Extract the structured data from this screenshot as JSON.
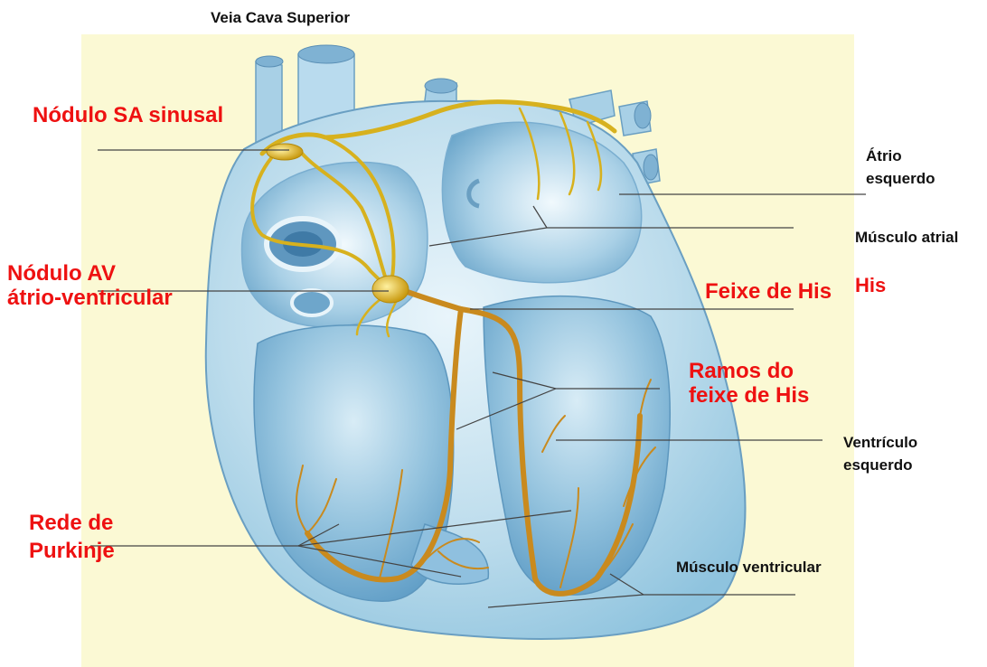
{
  "labels": {
    "veia_cava_superior": "Veia Cava Superior",
    "nodulo_sa": "Nódulo SA sinusal",
    "atrio_esquerdo_1": "Átrio",
    "atrio_esquerdo_2": "esquerdo",
    "musculo_atrial": "Músculo atrial",
    "nodulo_av_1": "Nódulo AV",
    "nodulo_av_2": "átrio-ventricular",
    "feixe_his_1": "Feixe de His",
    "feixe_his_2": "His",
    "ramos_1": "Ramos do",
    "ramos_2": "feixe de His",
    "ventriculo_1": "Ventrículo",
    "ventriculo_2": "esquerdo",
    "purkinje_1": "Rede de",
    "purkinje_2": "Purkinje",
    "musculo_ventricular": "Músculo ventricular"
  },
  "colors": {
    "background_panel": "#fbf9d4",
    "heart_wall": "#bcdcec",
    "heart_chamber": "#8fbfdc",
    "conduction_av": "#d7b11e",
    "conduction_his": "#c98a1e",
    "leader_line": "#444444",
    "label_red": "#ee1111",
    "label_black": "#111111"
  }
}
